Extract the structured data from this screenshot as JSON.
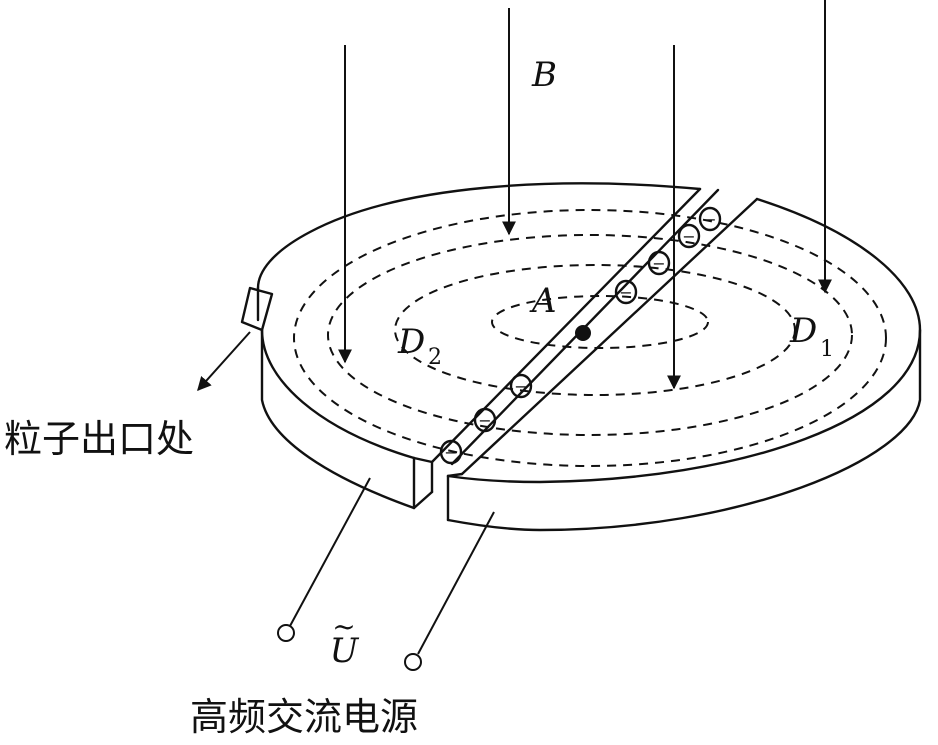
{
  "labels": {
    "magnetic_field": "B",
    "center_point": "A",
    "dee_left": "D",
    "dee_left_sub": "2",
    "dee_right": "D",
    "dee_right_sub": "1",
    "voltage": "U",
    "voltage_accent": "~",
    "exit_label": "粒子出口处",
    "source_label": "高频交流电源"
  },
  "particle_symbol": "−",
  "colors": {
    "ink": "#111111",
    "background": "#ffffff"
  }
}
